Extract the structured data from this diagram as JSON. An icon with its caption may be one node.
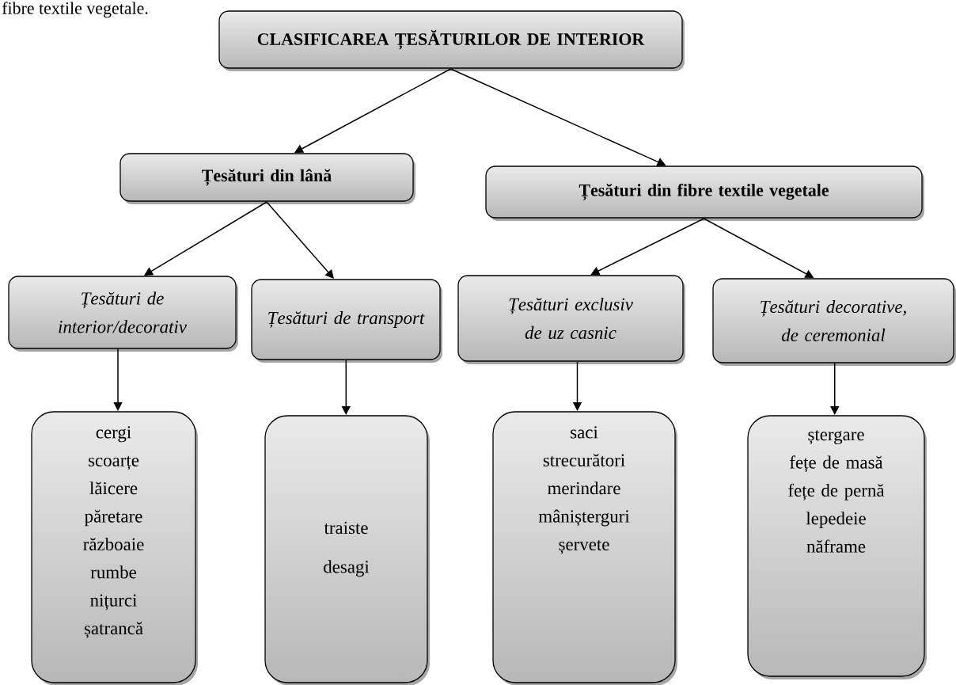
{
  "diagram": {
    "nodes": [
      {
        "text": [
          "CLASIFICAREA ȚESĂTURILOR DE INTERIOR"
        ]
      },
      {
        "text": [
          "Țesături din lână"
        ]
      },
      {
        "text": [
          "Țesături din fibre textile vegetale"
        ]
      },
      {
        "text": [
          "Țesături de interior/decorativ"
        ]
      },
      {
        "text": [
          "Țesături de transport"
        ]
      },
      {
        "text": [
          "Țesături exclusiv de uz casnic"
        ]
      },
      {
        "text": [
          "Țesături decorative, de ceremonial"
        ]
      },
      {
        "text": [
          "cergi",
          "scoarțe",
          "lăicere",
          "păretare",
          "războaie",
          "rumbe",
          "nițurci",
          "șatrancă"
        ]
      },
      {
        "text": [
          "traiste",
          "desagi"
        ]
      },
      {
        "text": [
          "saci",
          "strecurători",
          "merindare",
          "mânișterguri",
          "șervete"
        ]
      },
      {
        "text": [
          "ștergare",
          "fețe de masă",
          "fețe de pernă",
          "lepedeie",
          "năframe"
        ]
      }
    ],
    "edges": [
      {
        "from": 0,
        "to": 1,
        "arrow": "to"
      },
      {
        "from": 0,
        "to": 2,
        "arrow": "to"
      },
      {
        "from": 1,
        "to": 3,
        "arrow": "to"
      },
      {
        "from": 1,
        "to": 4,
        "arrow": "to"
      },
      {
        "from": 2,
        "to": 5,
        "arrow": "to"
      },
      {
        "from": 2,
        "to": 6,
        "arrow": "to"
      },
      {
        "from": 3,
        "to": 7,
        "arrow": "to"
      },
      {
        "from": 4,
        "to": 8,
        "arrow": "to"
      },
      {
        "from": 5,
        "to": 9,
        "arrow": "to"
      },
      {
        "from": 6,
        "to": 10,
        "arrow": "to"
      }
    ],
    "labels": [
      "fibre textile vegetale."
    ]
  }
}
